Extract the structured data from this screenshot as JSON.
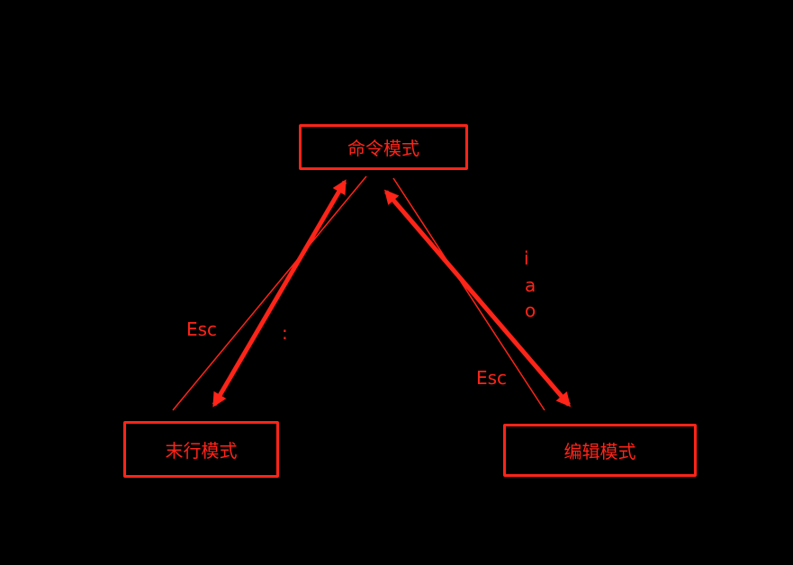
{
  "nodes": {
    "command_mode": "命令模式",
    "last_line_mode": "末行模式",
    "edit_mode": "编辑模式"
  },
  "edges": {
    "last_line_to_command": "Esc",
    "command_to_last_line": ":",
    "command_to_edit": [
      "i",
      "a",
      "o"
    ],
    "edit_to_command": "Esc"
  },
  "colors": {
    "accent": "#ff2418",
    "background": "#000000"
  }
}
